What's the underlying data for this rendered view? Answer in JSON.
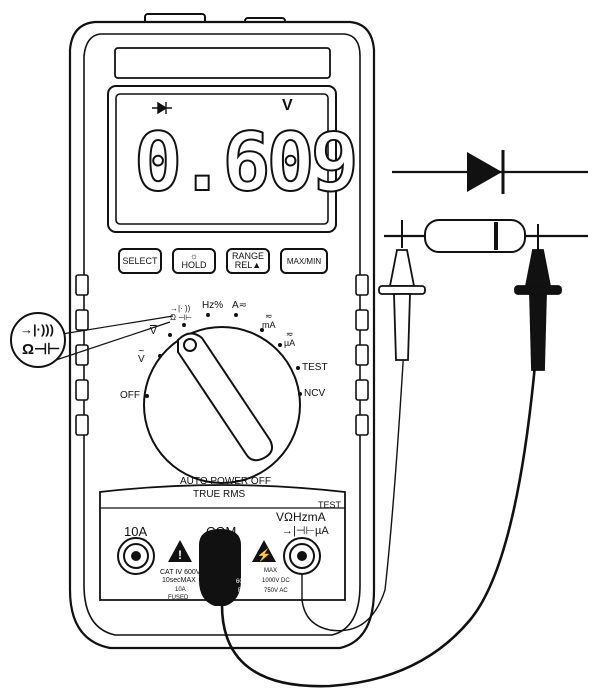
{
  "display": {
    "reading": "0.609",
    "unit": "V",
    "diode_symbol": "diode-icon"
  },
  "buttons": {
    "select": "SELECT",
    "hold": "HOLD",
    "range_top": "RANGE",
    "range_bottom": "REL",
    "maxmin": "MAX/MIN"
  },
  "dial": {
    "hz": "Hz%",
    "a": "A",
    "ma": "mA",
    "ua": "µA",
    "test": "TEST",
    "ncv": "NCV",
    "off": "OFF",
    "acv": "V",
    "dcv": "V",
    "diode_row": "→|· ))",
    "ohm_row": "Ω ⊣⊢"
  },
  "callout": {
    "line1": "→|·)))",
    "line2": "Ω⊣⊢"
  },
  "panel": {
    "auto_power_off": "AUTO POWER OFF",
    "true_rms": "TRUE RMS"
  },
  "terminals": {
    "a10": "10A",
    "com": "COM",
    "test": "TEST",
    "vohm_line1": "VΩHzmA",
    "vohm_line2": "→|⊣⊢µA",
    "cat": "CAT ⅠⅤ 600V",
    "sec": "10secMAX",
    "a10_under": "10A",
    "fused": "FUSED",
    "max": "MAX",
    "v1000": "1000V DC",
    "v750": "750V AC",
    "ma600": "600mA",
    "fused2": "FUSED"
  },
  "colors": {
    "ink": "#111111",
    "paper": "#ffffff",
    "lead_black": "#111111"
  }
}
